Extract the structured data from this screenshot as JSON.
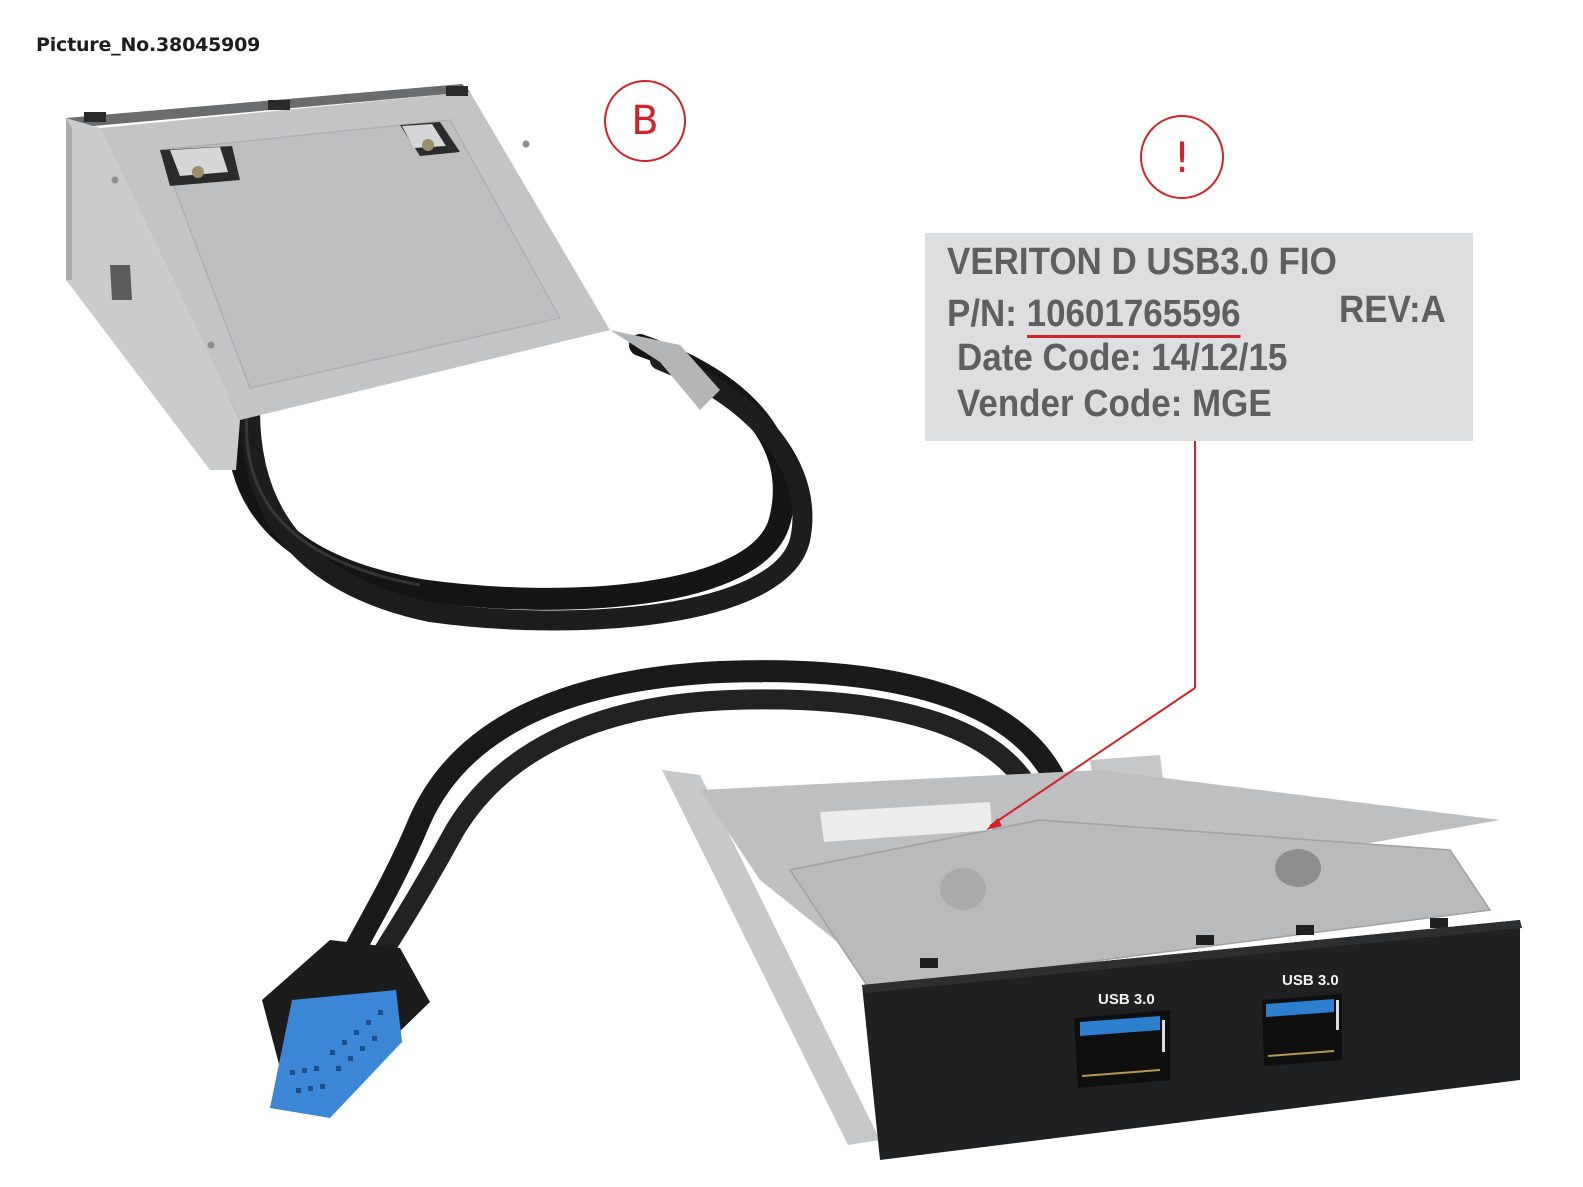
{
  "caption": "Picture_No.38045909",
  "callouts": [
    {
      "id": "B",
      "label": "B",
      "color": "#d2232a"
    },
    {
      "id": "warning",
      "label": "!",
      "color": "#d2232a"
    }
  ],
  "product_label": {
    "line1": "VERITON D USB3.0 FIO",
    "pn_prefix": "P/N:",
    "pn_value": "10601765596",
    "revision": "REV:A",
    "date_code": "Date Code: 14/12/15",
    "vender_code": "Vender Code: MGE",
    "highlight_color": "#d2232a"
  },
  "front_panel": {
    "ports": [
      {
        "label": "USB 3.0"
      },
      {
        "label": "USB 3.0"
      }
    ],
    "port_accent_color": "#2f7fd0",
    "connector_color": "#3b82d6"
  }
}
